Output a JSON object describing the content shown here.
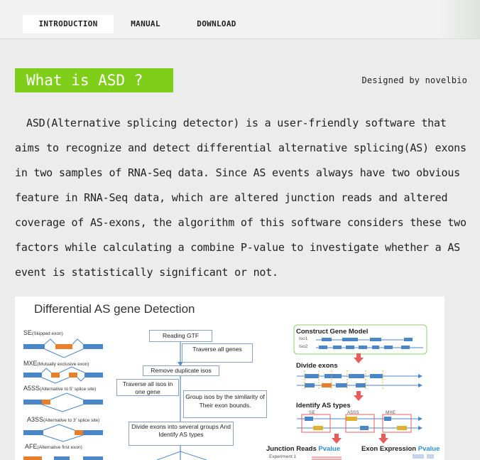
{
  "nav": {
    "tabs": [
      {
        "label": "INTRODUCTION",
        "active": true
      },
      {
        "label": "MANUAL",
        "active": false
      },
      {
        "label": "DOWNLOAD",
        "active": false
      }
    ]
  },
  "header": {
    "title": "What is ASD ?",
    "credit": "Designed by novelbio"
  },
  "intro": {
    "text": "ASD(Alternative splicing detector) is a user-friendly software that aims to recognize and detect differential alternative splicing(AS) exons in two samples of RNA-Seq data. Since AS events always have two obvious feature in RNA-Seq data, which are altered junction reads and altered coverage of AS-exons, the algorithm of this software considers these two factors while calculating a combine P-value to investigate whether a AS event is statistically significant or not."
  },
  "figure": {
    "title": "Differential AS gene Detection",
    "as_types": [
      {
        "code": "SE",
        "desc": "(Skipped exon)"
      },
      {
        "code": "MXE",
        "desc": "(Mutually exclusive exon)"
      },
      {
        "code": "A5SS",
        "desc": "(Alternative to 5' splice site)"
      },
      {
        "code": "A3SS",
        "desc": "(Alternative to 3' splice site)"
      },
      {
        "code": "AFE",
        "desc": "(Alternative first exon)"
      }
    ],
    "flow": {
      "reading": "Reading GTF",
      "traverse_genes": "Traverse all genes",
      "remove_dup": "Remove duplicate isos",
      "traverse_isos": "Traverse all isos in one gene",
      "group_isos": "Group isos by the similarity of Their exon bounds.",
      "divide_groups": "Divide exons into several groups And Identify AS types"
    },
    "right": {
      "construct": "Construct Gene Model",
      "iso1": "Iso1",
      "iso2": "Iso2",
      "divide": "Divide exons",
      "identify": "Identify AS types",
      "se": "SE",
      "a5ss": "A5SS",
      "mxe": "MXE",
      "junction": "Junction Reads",
      "exon_expr": "Exon Expression",
      "pvalue": "Pvalue",
      "experiment": "Experiment 1"
    },
    "colors": {
      "exon_blue": "#4a86c8",
      "exon_orange": "#e87f2a",
      "arrow_red": "#e85c5c",
      "green_box": "#8fd16a",
      "accent_green": "#7fcf1a"
    }
  }
}
